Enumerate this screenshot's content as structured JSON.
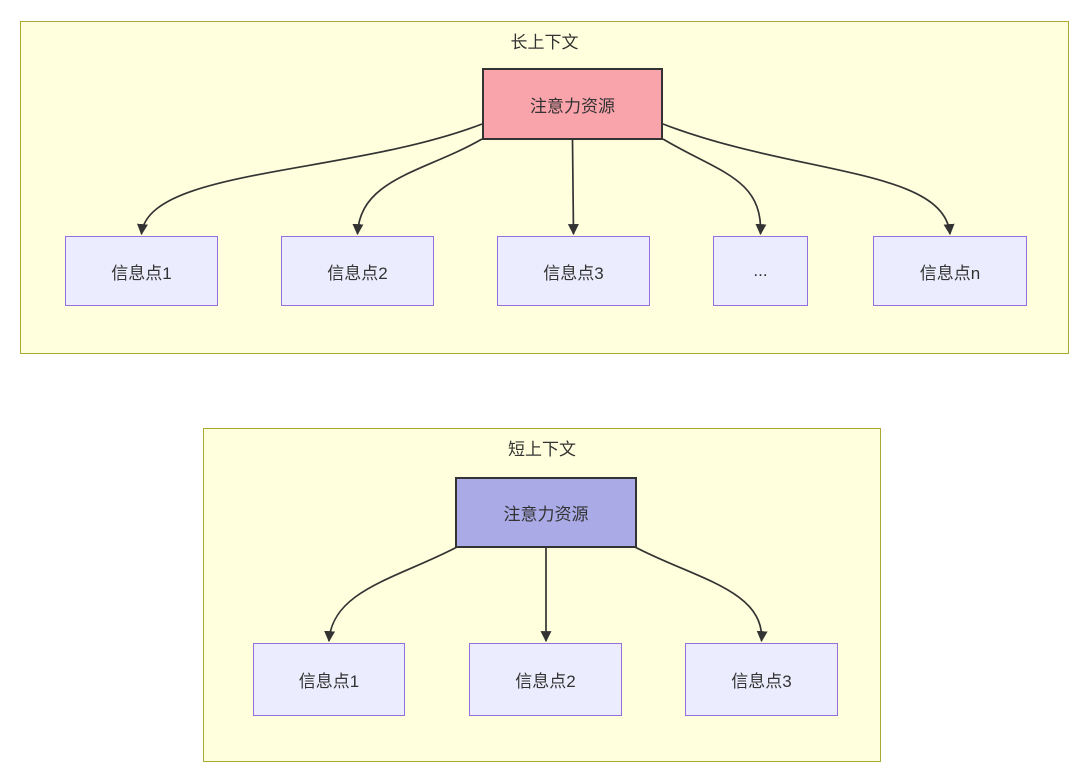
{
  "diagram": {
    "panels": [
      {
        "title": "长上下文",
        "hub": {
          "label": "注意力资源",
          "fill": "#f9a3ab"
        },
        "children": [
          {
            "label": "信息点1"
          },
          {
            "label": "信息点2"
          },
          {
            "label": "信息点3"
          },
          {
            "label": "..."
          },
          {
            "label": "信息点n"
          }
        ]
      },
      {
        "title": "短上下文",
        "hub": {
          "label": "注意力资源",
          "fill": "#aaaae6"
        },
        "children": [
          {
            "label": "信息点1"
          },
          {
            "label": "信息点2"
          },
          {
            "label": "信息点3"
          }
        ]
      }
    ],
    "colors": {
      "panel_fill": "#ffffde",
      "panel_border": "#aaaa33",
      "info_node_fill": "#ececff",
      "info_node_border": "#9370db",
      "hub_long_fill": "#f9a3ab",
      "hub_short_fill": "#aaaae6",
      "hub_border": "#333333",
      "arrow": "#333333",
      "text": "#333333"
    }
  }
}
